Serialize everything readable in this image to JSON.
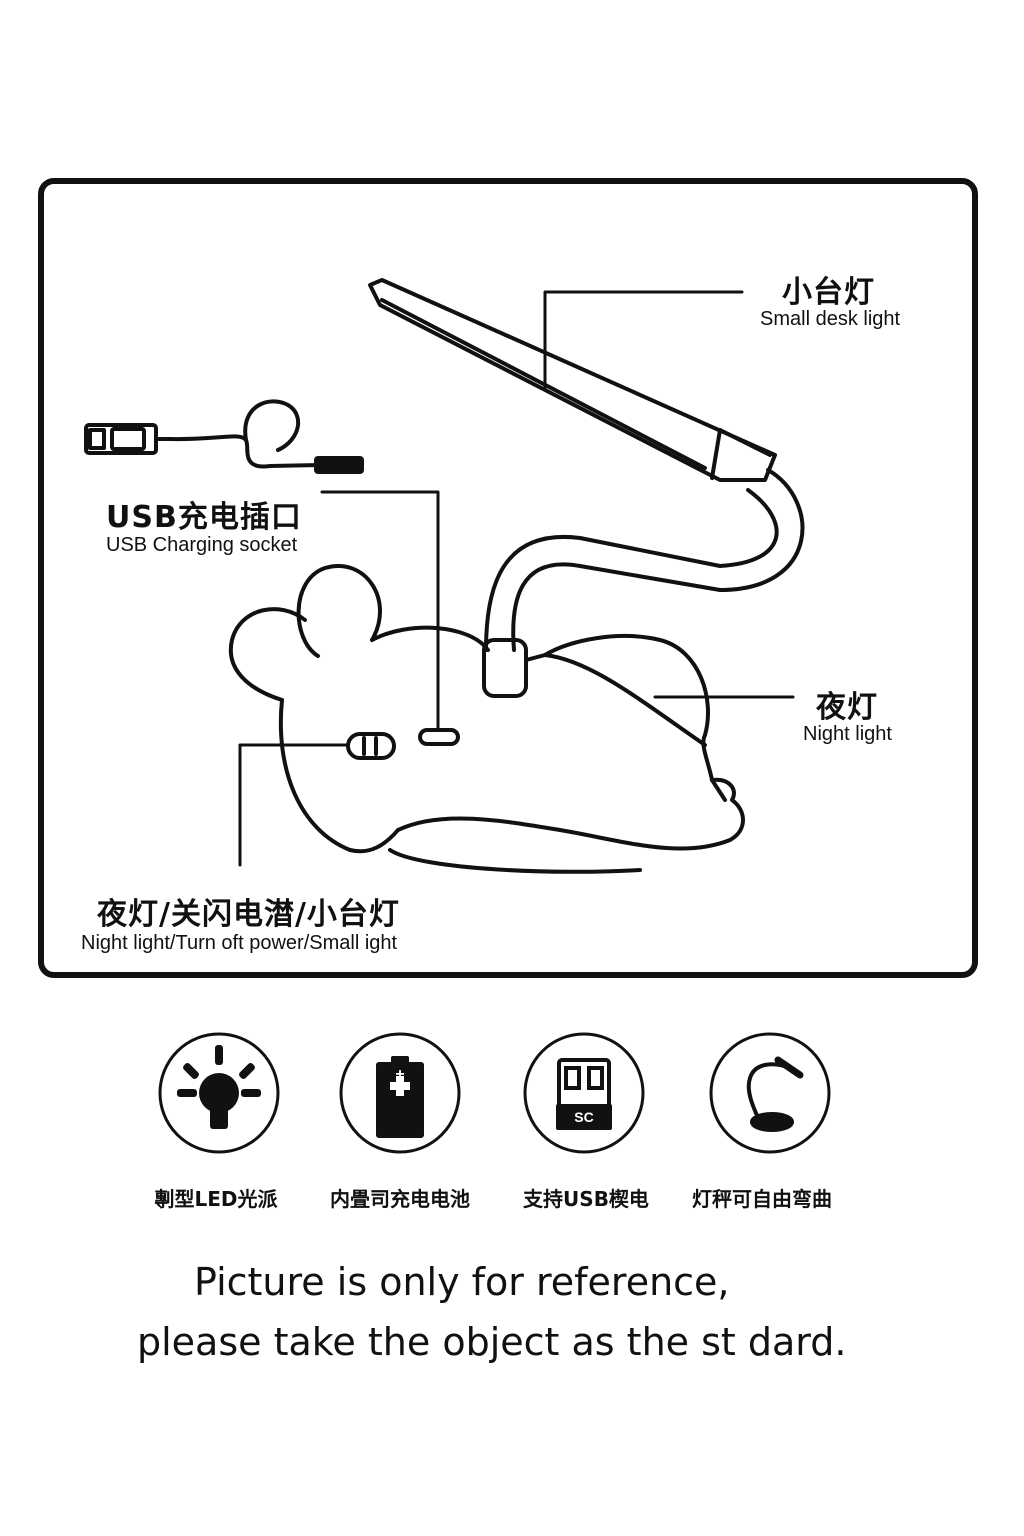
{
  "callouts": {
    "desk_light": {
      "zh": "小台灯",
      "en": "Small desk light"
    },
    "usb_socket": {
      "zh": "USB充电插口",
      "en": "USB Charging socket"
    },
    "night_light": {
      "zh": "夜灯",
      "en": "Night light"
    },
    "switch": {
      "zh": "夜灯/关闪电澘/小台灯",
      "en": "Night light/Turn oft power/Small ight"
    }
  },
  "features": [
    {
      "icon": "light-bulb-icon",
      "label": "剸型LED光派"
    },
    {
      "icon": "battery-icon",
      "label": "内畳司充电电池"
    },
    {
      "icon": "usb-plug-icon",
      "label": "支持USB楔电"
    },
    {
      "icon": "desk-lamp-icon",
      "label": "灯秤可自由弯曲"
    }
  ],
  "usb_icon_text": "SC",
  "battery_icon_text": "+",
  "note": {
    "line1": "Picture is only for reference,",
    "line2": "please take the object as the st dard."
  }
}
